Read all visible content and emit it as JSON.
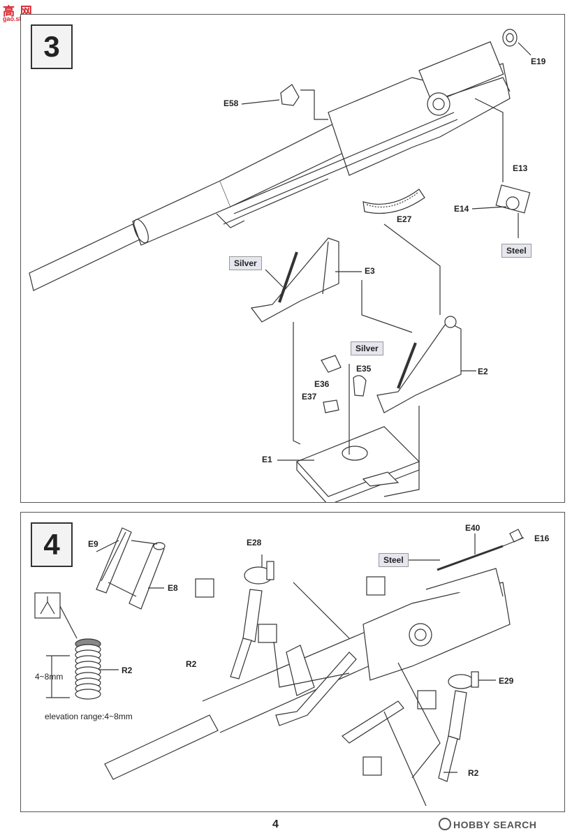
{
  "site_logo": {
    "chinese": "高 网",
    "url": "gao.shou.com"
  },
  "steps": [
    {
      "number": "3",
      "labels": {
        "E19": "E19",
        "E58": "E58",
        "E13": "E13",
        "E14": "E14",
        "E27": "E27",
        "E3": "E3",
        "E2": "E2",
        "E36": "E36",
        "E35": "E35",
        "E37": "E37",
        "E1": "E1"
      },
      "material_tags": {
        "steel": "Steel",
        "silver_left": "Silver",
        "silver_mid": "Silver"
      }
    },
    {
      "number": "4",
      "labels": {
        "E9": "E9",
        "E8": "E8",
        "E28": "E28",
        "E40": "E40",
        "E16": "E16",
        "R2_left": "R2",
        "R2_mid": "R2",
        "E29": "E29",
        "R2_right": "R2"
      },
      "material_tags": {
        "steel": "Steel"
      },
      "dimension": "4~8mm",
      "elevation_note": "elevation  range:4~8mm"
    }
  ],
  "page_number": "4",
  "watermark": "HOBBY SEARCH"
}
